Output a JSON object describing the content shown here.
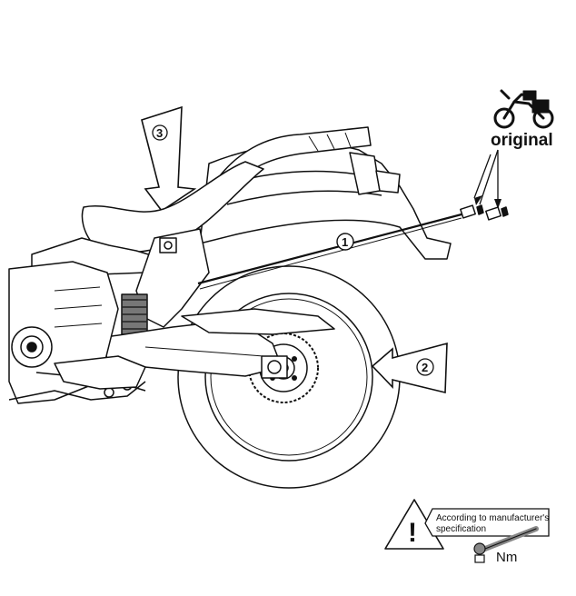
{
  "brand": {
    "label": "original",
    "icon": "motorcycle-with-luggage-icon"
  },
  "callouts": [
    {
      "number": "1",
      "part": "bolt-rod"
    },
    {
      "number": "2",
      "direction": "from-right"
    },
    {
      "number": "3",
      "direction": "from-top"
    }
  ],
  "torque_note": {
    "icon": "warning-triangle-icon",
    "glyph": "!",
    "line1": "According to manufacturer's",
    "line2": "specification",
    "unit": "Nm",
    "tool_icon": "torque-wrench-icon"
  }
}
